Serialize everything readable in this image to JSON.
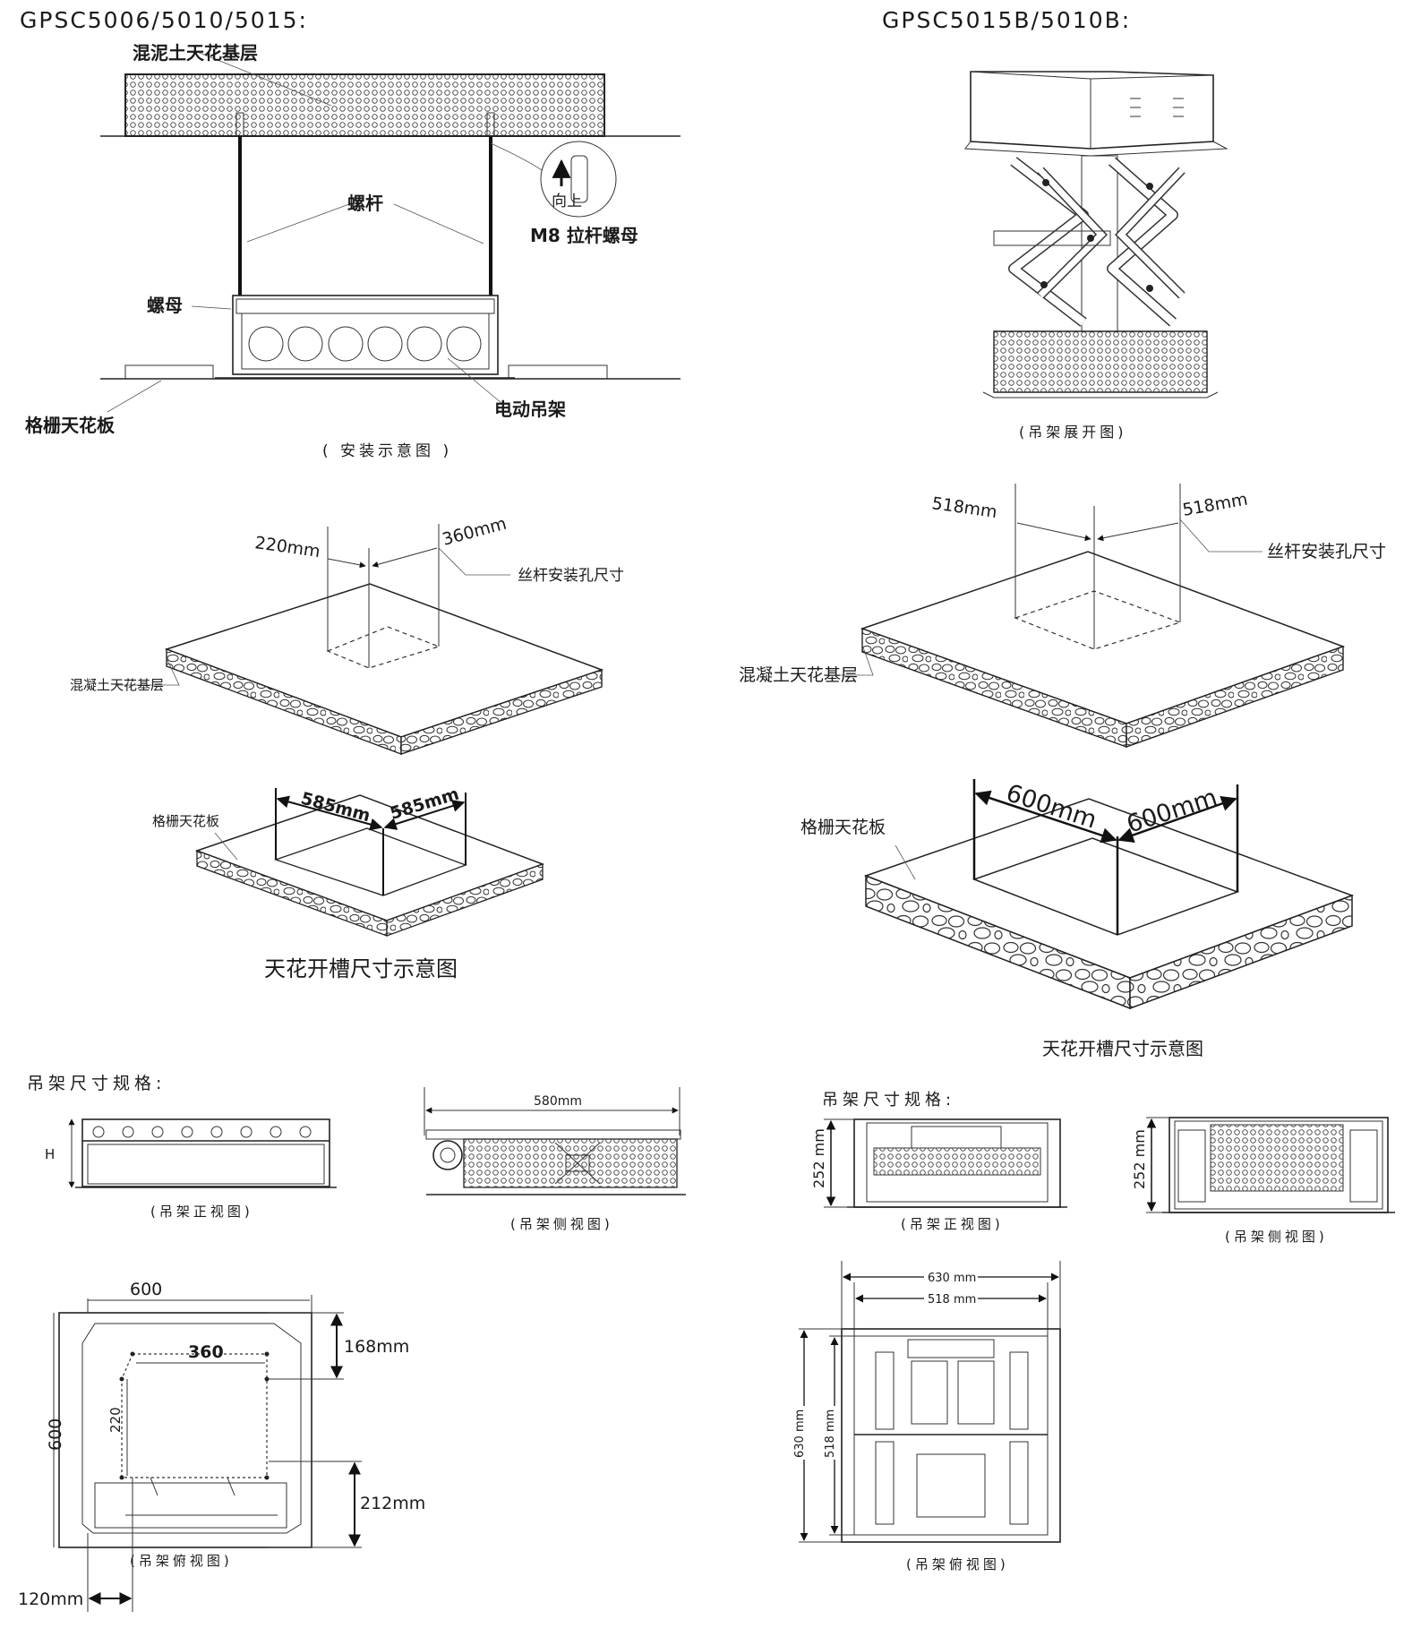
{
  "left": {
    "model_title": "GPSC5006/5010/5015:",
    "install": {
      "concrete_label": "混泥土天花基层",
      "rod_label": "螺杆",
      "nut_label": "螺母",
      "m8_label": "M8 拉杆螺母",
      "up_label": "向上",
      "lift_label": "电动吊架",
      "grid_label": "格栅天花板",
      "caption": "( 安装示意图 )"
    },
    "holes": {
      "dim_a": "220mm",
      "dim_b": "360mm",
      "hole_label": "丝杆安装孔尺寸",
      "concrete_label": "混凝土天花基层"
    },
    "slot": {
      "grid_label": "格栅天花板",
      "dim_a": "585mm",
      "dim_b": "585mm",
      "caption": "天花开槽尺寸示意图"
    },
    "spec": {
      "heading": "吊架尺寸规格:",
      "h_label": "H",
      "front_caption": "(吊架正视图)",
      "side_dim": "580mm",
      "side_caption": "(吊架侧视图)",
      "top_width": "600",
      "top_height": "600",
      "top_hole_w": "360",
      "top_hole_h": "220",
      "top_dim_top": "168mm",
      "top_dim_bottom": "212mm",
      "top_dim_left": "120mm",
      "top_caption": "(吊架俯视图)"
    }
  },
  "right": {
    "model_title": "GPSC5015B/5010B:",
    "expand_caption": "(吊架展开图)",
    "holes": {
      "dim_a": "518mm",
      "dim_b": "518mm",
      "hole_label": "丝杆安装孔尺寸",
      "concrete_label": "混凝土天花基层"
    },
    "slot": {
      "grid_label": "格栅天花板",
      "dim_a": "600mm",
      "dim_b": "600mm",
      "caption": "天花开槽尺寸示意图"
    },
    "spec": {
      "heading": "吊架尺寸规格:",
      "front_dim": "252 mm",
      "front_caption": "(吊架正视图)",
      "side_dim": "252 mm",
      "side_caption": "(吊架侧视图)",
      "top_outer_w": "630 mm",
      "top_inner_w": "518 mm",
      "top_outer_h": "630 mm",
      "top_inner_h": "518 mm",
      "top_caption": "(吊架俯视图)"
    }
  }
}
